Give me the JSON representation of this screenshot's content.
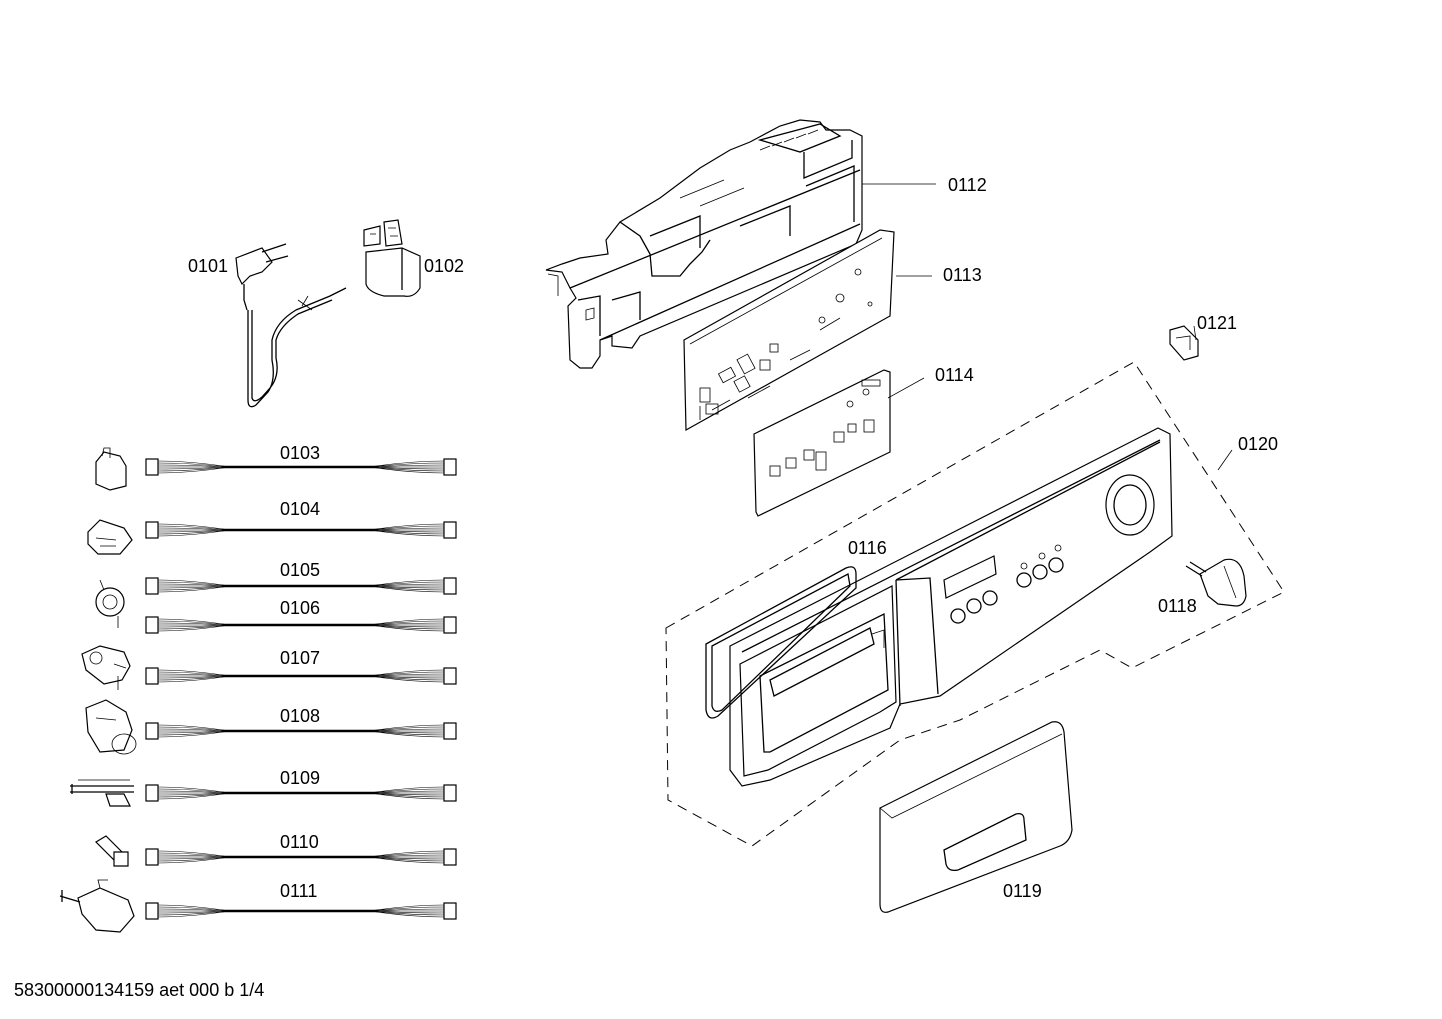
{
  "parts": {
    "p0101": "0101",
    "p0102": "0102",
    "p0103": "0103",
    "p0104": "0104",
    "p0105": "0105",
    "p0106": "0106",
    "p0107": "0107",
    "p0108": "0108",
    "p0109": "0109",
    "p0110": "0110",
    "p0111": "0111",
    "p0112": "0112",
    "p0113": "0113",
    "p0114": "0114",
    "p0116": "0116",
    "p0118": "0118",
    "p0119": "0119",
    "p0120": "0120",
    "p0121": "0121"
  },
  "footer": "58300000134159 aet 000 b 1/4"
}
